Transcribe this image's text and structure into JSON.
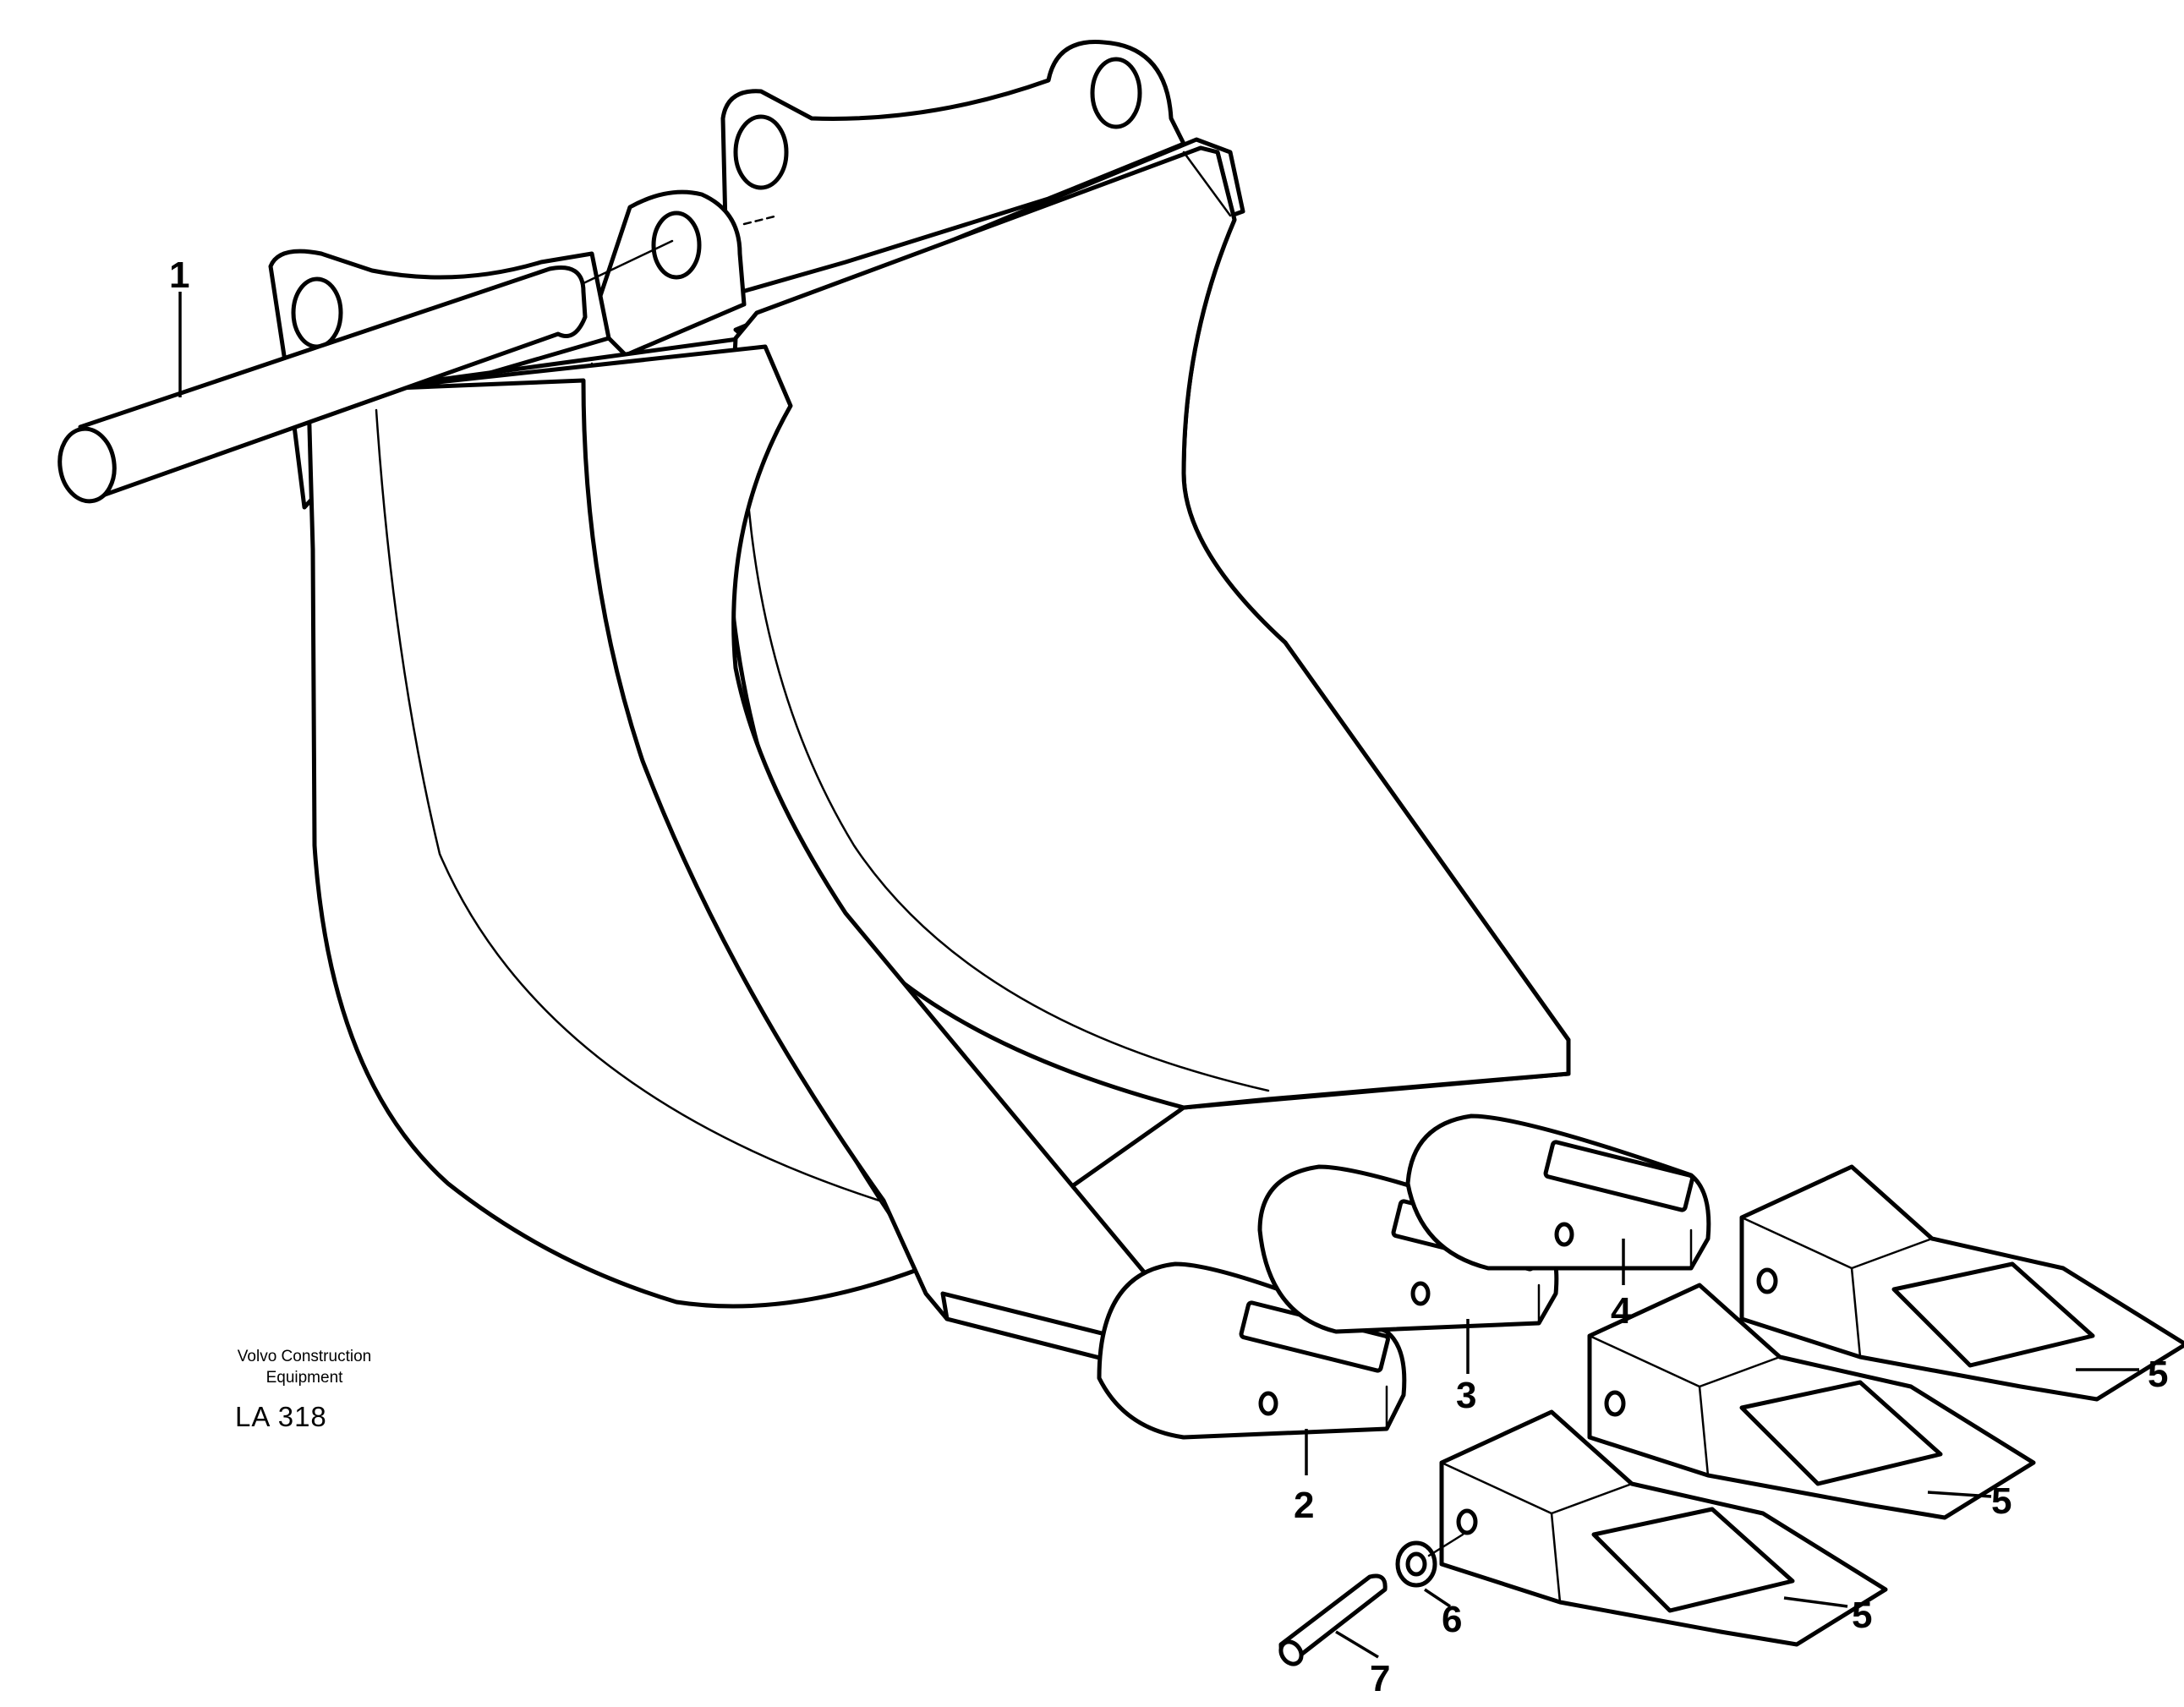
{
  "callouts": {
    "c1": "1",
    "c2": "2",
    "c3": "3",
    "c4": "4",
    "c5a": "5",
    "c5b": "5",
    "c5c": "5",
    "c6": "6",
    "c7": "7"
  },
  "caption": {
    "manufacturer_line1": "Volvo Construction",
    "manufacturer_line2": "Equipment",
    "drawing_code": "LA 318"
  }
}
